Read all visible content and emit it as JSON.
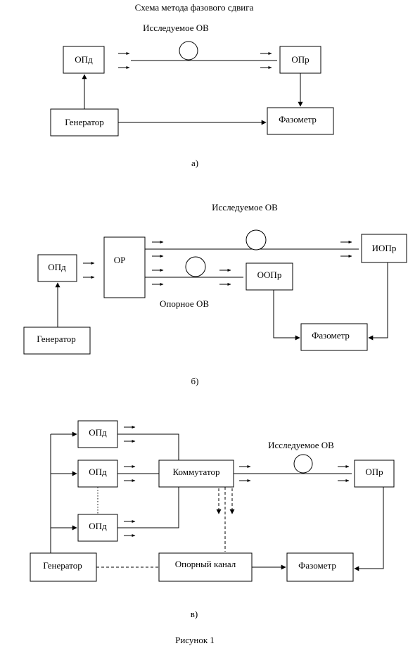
{
  "title": "Схема метода фазового сдвига",
  "figure_caption": "Рисунок 1",
  "diagram_a": {
    "fiber_label": "Исследуемое ОВ",
    "transmitter": "ОПд",
    "receiver": "ОПр",
    "generator": "Генератор",
    "phasemeter": "Фазометр",
    "caption": "а)"
  },
  "diagram_b": {
    "fiber_label": "Исследуемое ОВ",
    "reference_fiber_label": "Опорное ОВ",
    "transmitter": "ОПд",
    "splitter": "ОР",
    "measure_receiver": "ИОПр",
    "reference_receiver": "ООПр",
    "generator": "Генератор",
    "phasemeter": "Фазометр",
    "caption": "б)"
  },
  "diagram_c": {
    "fiber_label": "Исследуемое ОВ",
    "transmitters": [
      "ОПд",
      "ОПд",
      "ОПд"
    ],
    "switch": "Коммутатор",
    "receiver": "ОПр",
    "generator": "Генератор",
    "reference_channel": "Опорный канал",
    "phasemeter": "Фазометр",
    "caption": "в)"
  }
}
